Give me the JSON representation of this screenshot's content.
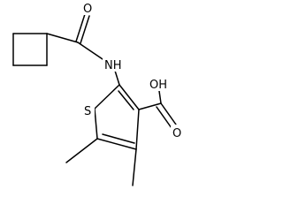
{
  "molecule": {
    "atoms": {
      "carbonyl_oxygen": "O",
      "amide_nitrogen": "NH",
      "acid_oxygen": "OH",
      "acid_carbonyl_oxygen": "O",
      "thiophene_sulfur": "S"
    },
    "colors": {
      "bond": "#000000",
      "label": "#000000",
      "background": "#ffffff"
    }
  }
}
